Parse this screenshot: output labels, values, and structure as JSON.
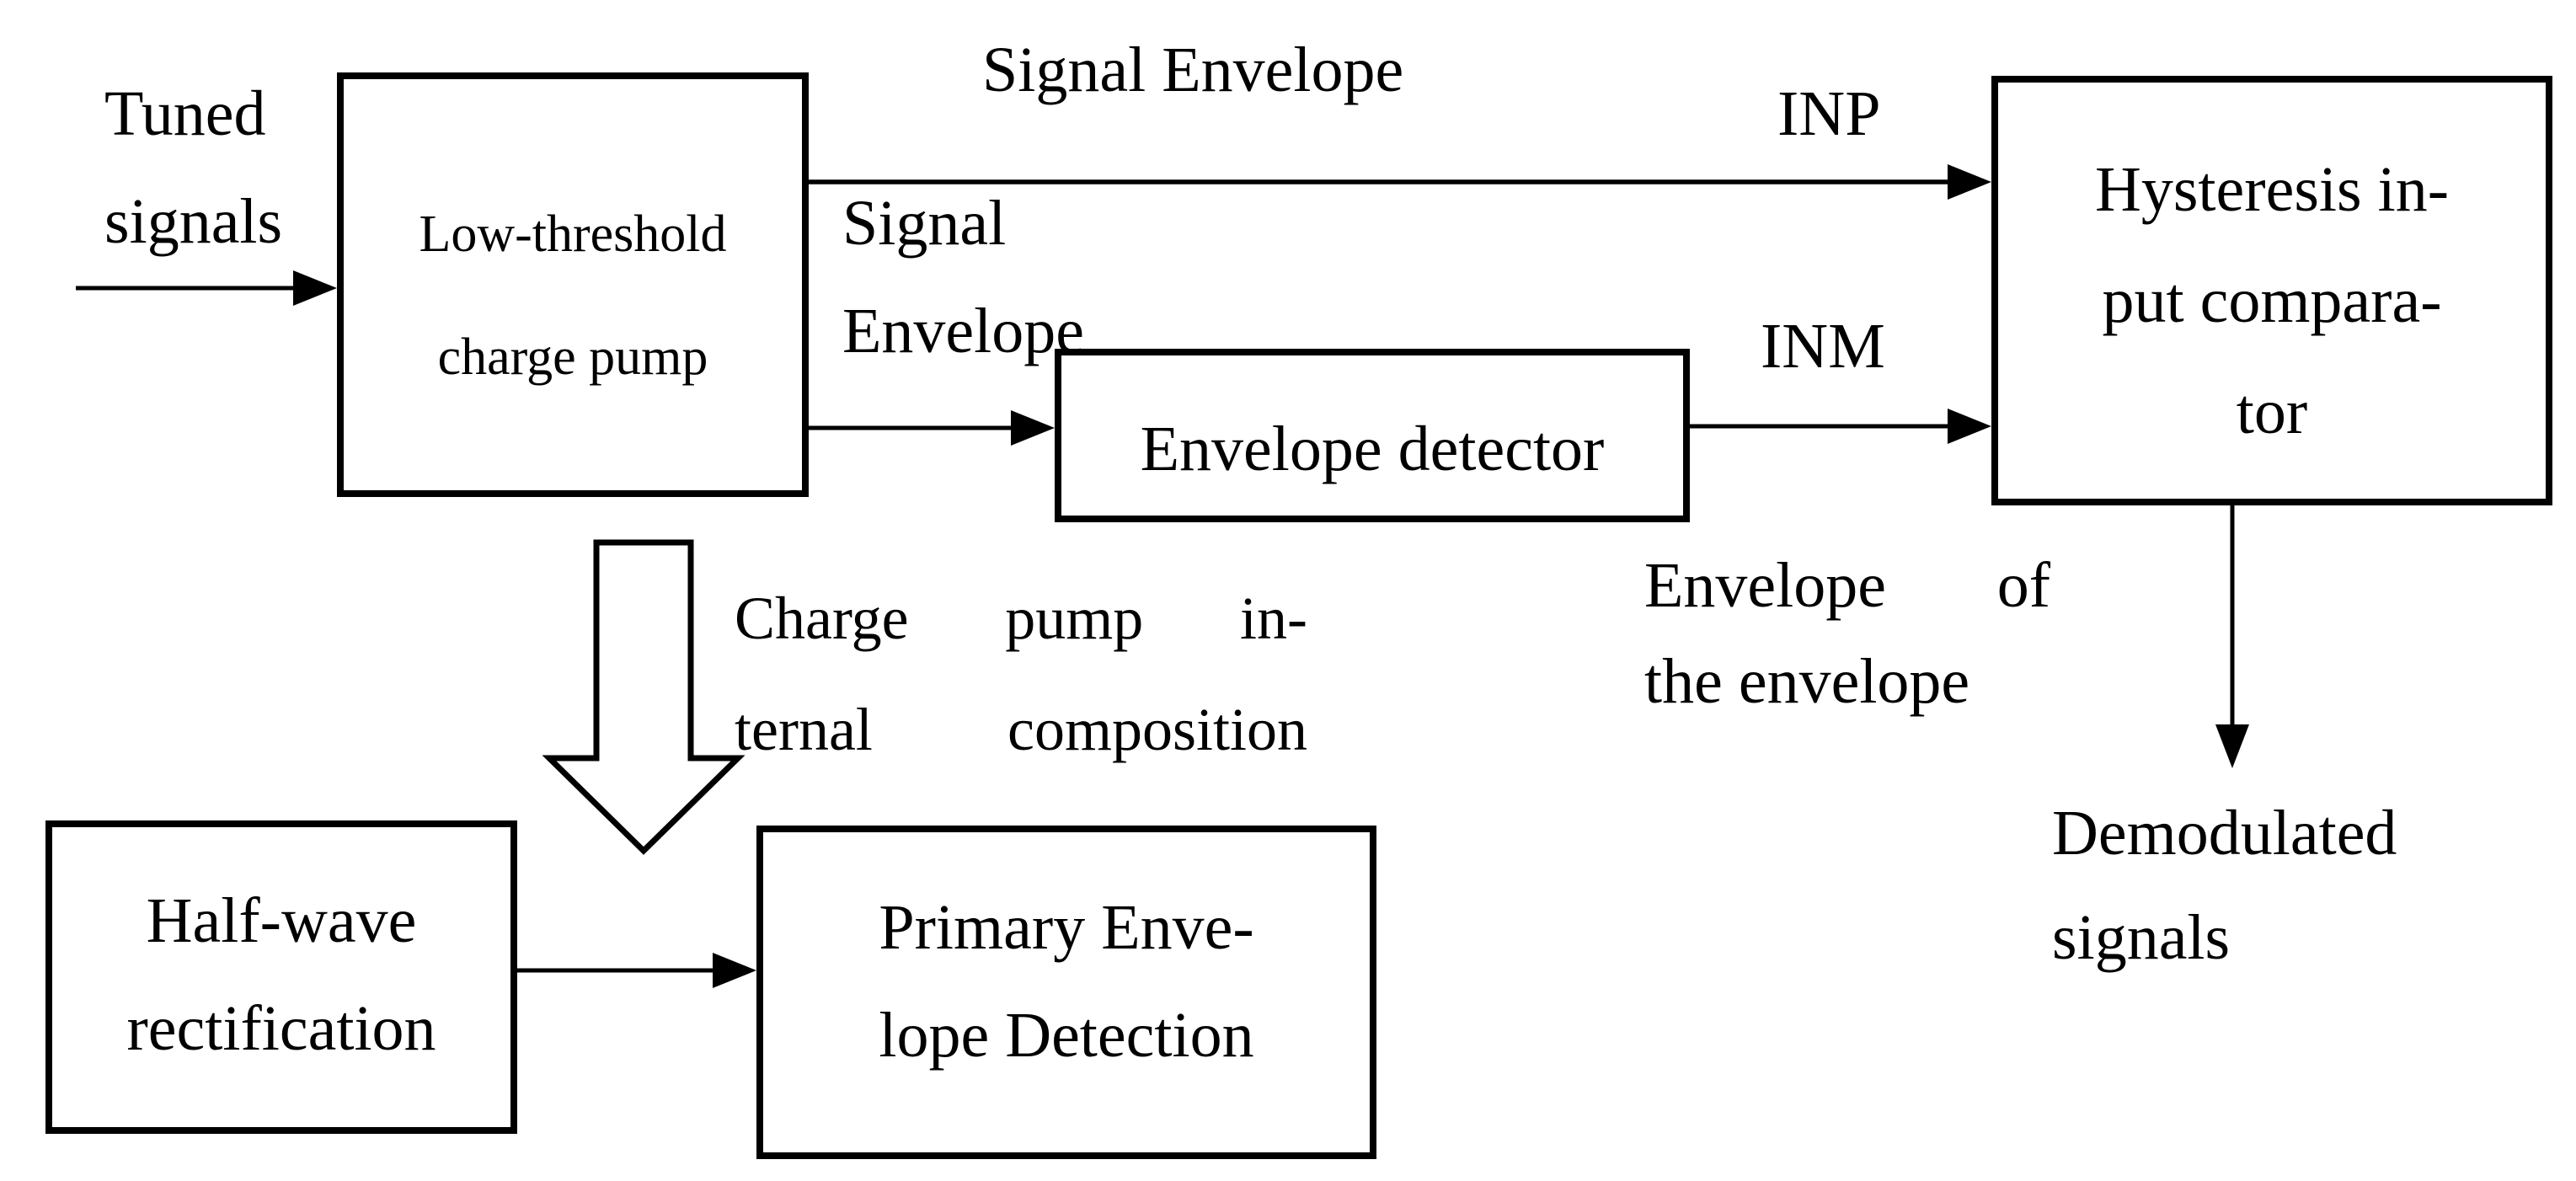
{
  "figure": {
    "type": "block-diagram",
    "colors": {
      "ink": "#000000",
      "background": "#ffffff"
    },
    "labels": {
      "tuned_signals": {
        "line1": "Tuned",
        "line2": "signals"
      },
      "signal_envelope_top": "Signal Envelope",
      "inp": "INP",
      "signal_envelope_side": {
        "line1": "Signal",
        "line2": "Envelope"
      },
      "inm": "INM",
      "envelope_of_envelope": {
        "line1": "Envelope of",
        "line2": "the envelope"
      },
      "demodulated_signals": {
        "line1": "Demodulated",
        "line2": "signals"
      },
      "charge_pump_internal": {
        "line1": "Charge pump in-",
        "line2": "ternal composition"
      }
    },
    "boxes": {
      "charge_pump": {
        "line1": "Low-threshold",
        "line2": "charge pump"
      },
      "envelope_detector": {
        "label": "Envelope detector"
      },
      "hysteresis_comparator": {
        "line1": "Hysteresis in-",
        "line2": "put compara-",
        "line3": "tor"
      },
      "half_wave": {
        "line1": "Half-wave",
        "line2": "rectification"
      },
      "primary_envelope": {
        "line1": "Primary Enve-",
        "line2": "lope Detection"
      }
    }
  }
}
